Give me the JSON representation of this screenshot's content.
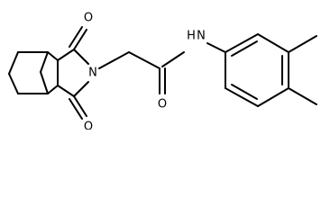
{
  "molecule": {
    "atoms": {
      "o_top": "O",
      "n_imide": "N",
      "o_bottom": "O",
      "o_amide": "O",
      "nh_amide": "N",
      "h_amide": "H"
    },
    "colors": {
      "bond": "#000000",
      "label": "#000000",
      "background": "#ffffff"
    }
  }
}
